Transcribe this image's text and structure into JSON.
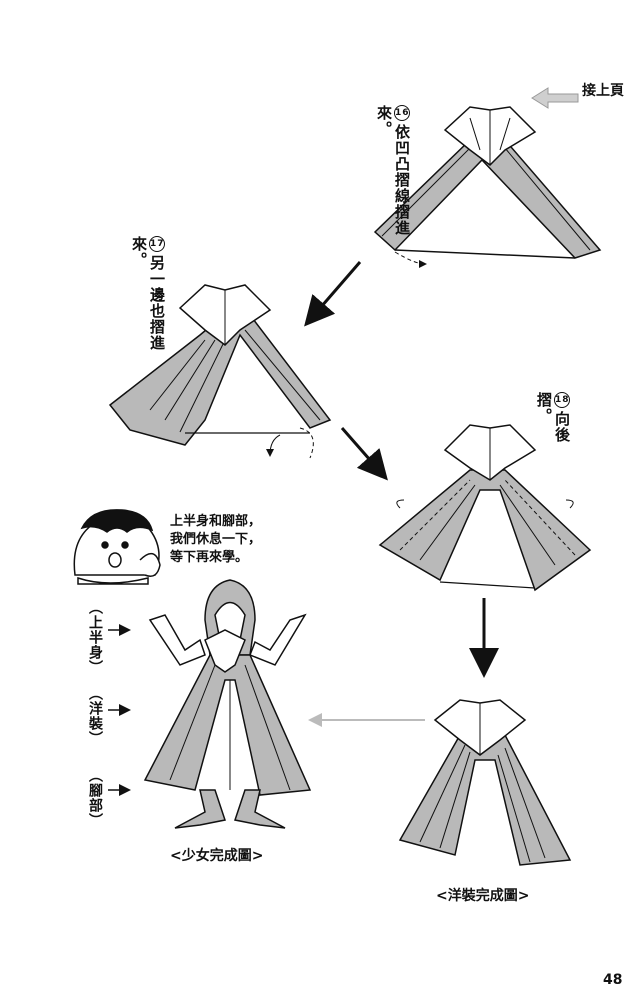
{
  "continue_label": "接上頁",
  "steps": [
    {
      "num": "16",
      "text": "依凹凸摺線摺進來。"
    },
    {
      "num": "17",
      "text": "另一邊也摺進來。"
    },
    {
      "num": "18",
      "text": "向後摺。"
    }
  ],
  "speech": [
    "上半身和腳部，",
    "我們休息一下，",
    "等下再來學。"
  ],
  "part_labels": [
    "（上半身）",
    "（洋裝）",
    "（腳部）"
  ],
  "captions": {
    "girl": "<少女完成圖>",
    "dress": "<洋裝完成圖>"
  },
  "page_number": "48",
  "colors": {
    "paper_gray": "#b9b9b9",
    "ink": "#111111",
    "light_arrow": "#bfbfbf"
  }
}
